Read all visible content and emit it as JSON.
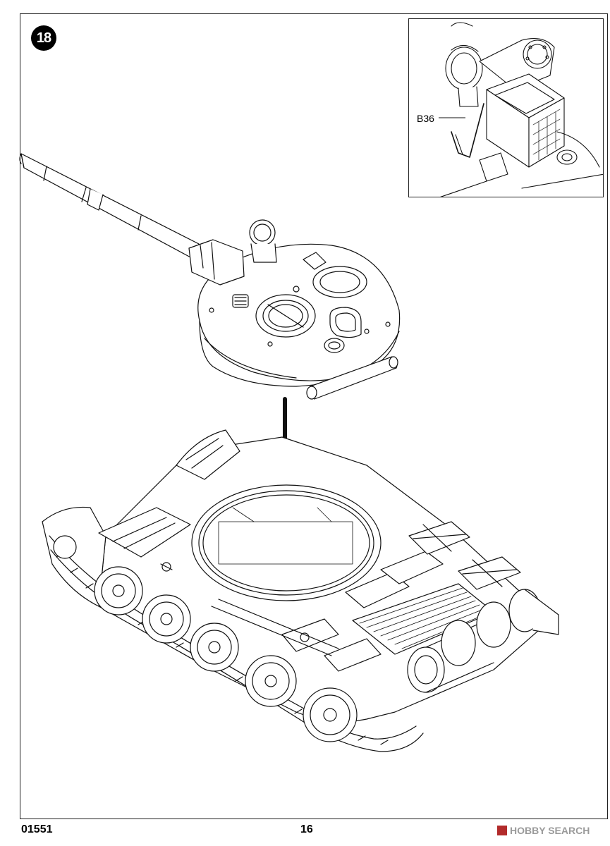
{
  "step": {
    "number": "18"
  },
  "detail": {
    "part_label": "B36"
  },
  "footer": {
    "product_code": "01551",
    "page_number": "16"
  },
  "watermark": {
    "text": "HOBBY SEARCH"
  }
}
